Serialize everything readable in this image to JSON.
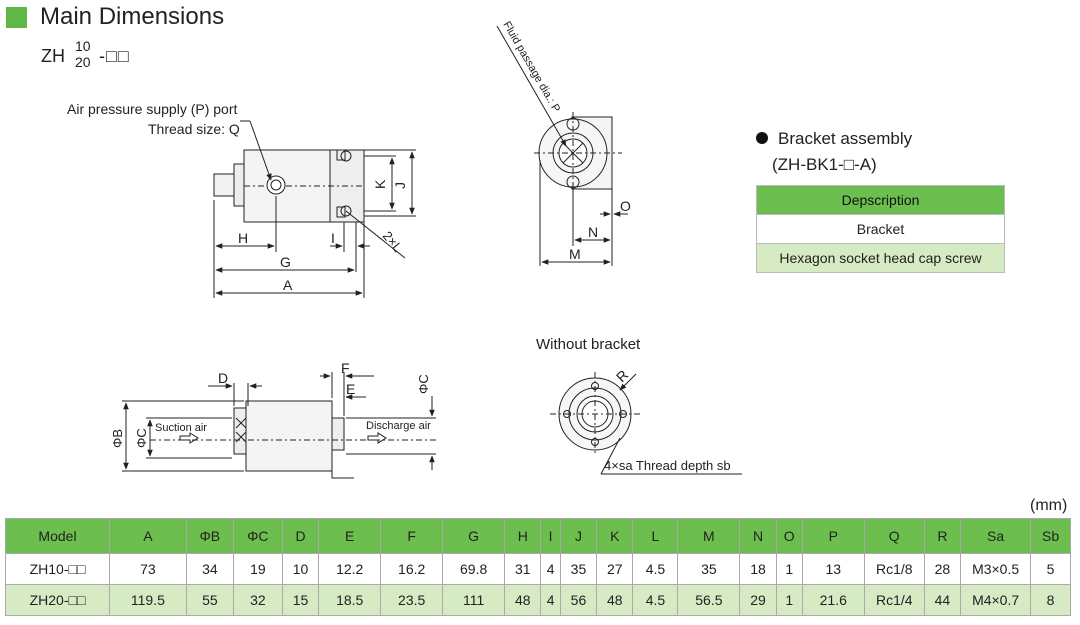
{
  "header": {
    "title": "Main Dimensions",
    "model_prefix": "ZH",
    "model_sup": "10",
    "model_sub": "20",
    "model_suffix": "-□□"
  },
  "drawing_labels": {
    "air_supply": "Air pressure supply (P) port",
    "thread_size": "Thread size: Q",
    "fluid_passage": "Fluid passage dia.: P",
    "H": "H",
    "I": "I",
    "G": "G",
    "A": "A",
    "K": "K",
    "J": "J",
    "two_xl": "2×L",
    "O": "O",
    "N": "N",
    "M": "M",
    "without_bracket": "Without bracket",
    "R": "R",
    "thread_depth": "4×sa Thread depth sb",
    "D": "D",
    "F": "F",
    "E": "E",
    "phi_c": "ΦC",
    "phi_b": "ΦB",
    "suction_air": "Suction air",
    "discharge_air": "Discharge air"
  },
  "bracket": {
    "title": "Bracket assembly",
    "code": "(ZH-BK1-□-A)",
    "rows": [
      "Depscription",
      "Bracket",
      "Hexagon socket head cap screw"
    ]
  },
  "units": "(mm)",
  "table": {
    "headers": [
      "Model",
      "A",
      "ΦB",
      "ΦC",
      "D",
      "E",
      "F",
      "G",
      "H",
      "I",
      "J",
      "K",
      "L",
      "M",
      "N",
      "O",
      "P",
      "Q",
      "R",
      "Sa",
      "Sb"
    ],
    "rows": [
      [
        "ZH10-□□",
        "73",
        "34",
        "19",
        "10",
        "12.2",
        "16.2",
        "69.8",
        "31",
        "4",
        "35",
        "27",
        "4.5",
        "35",
        "18",
        "1",
        "13",
        "Rc1/8",
        "28",
        "M3×0.5",
        "5"
      ],
      [
        "ZH20-□□",
        "119.5",
        "55",
        "32",
        "15",
        "18.5",
        "23.5",
        "111",
        "48",
        "4",
        "56",
        "48",
        "4.5",
        "56.5",
        "29",
        "1",
        "21.6",
        "Rc1/4",
        "44",
        "M4×0.7",
        "8"
      ]
    ]
  },
  "colors": {
    "accent": "#5fb745",
    "header_fill": "#6cbf4e",
    "row_fill": "#d6ebc3"
  }
}
